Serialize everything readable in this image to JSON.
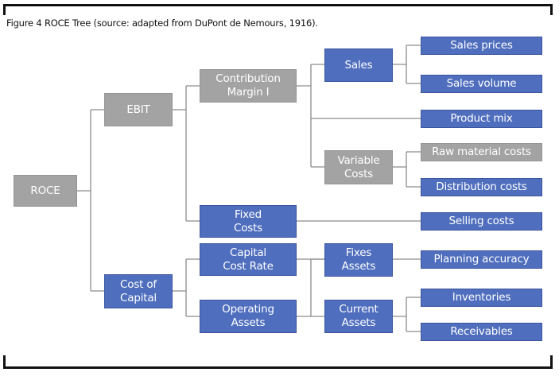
{
  "caption": "Figure 4 ROCE Tree (source: adapted from DuPont de Nemours, 1916).",
  "colors": {
    "blue": "#4f6ebd",
    "gray": "#a3a3a3",
    "connector": "#8c8c8c"
  },
  "nodes": {
    "roce": "ROCE",
    "ebit": "EBIT",
    "cost_of_capital": "Cost of\nCapital",
    "contribution_margin": "Contribution\nMargin I",
    "fixed_costs": "Fixed\nCosts",
    "capital_cost_rate": "Capital\nCost Rate",
    "operating_assets": "Operating\nAssets",
    "sales": "Sales",
    "variable_costs": "Variable\nCosts",
    "fixes_assets": "Fixes\nAssets",
    "current_assets": "Current\nAssets",
    "sales_prices": "Sales prices",
    "sales_volume": "Sales volume",
    "product_mix": "Product mix",
    "raw_material_costs": "Raw material costs",
    "distribution_costs": "Distribution costs",
    "selling_costs": "Selling costs",
    "planning_accuracy": "Planning accuracy",
    "inventories": "Inventories",
    "receivables": "Receivables"
  }
}
